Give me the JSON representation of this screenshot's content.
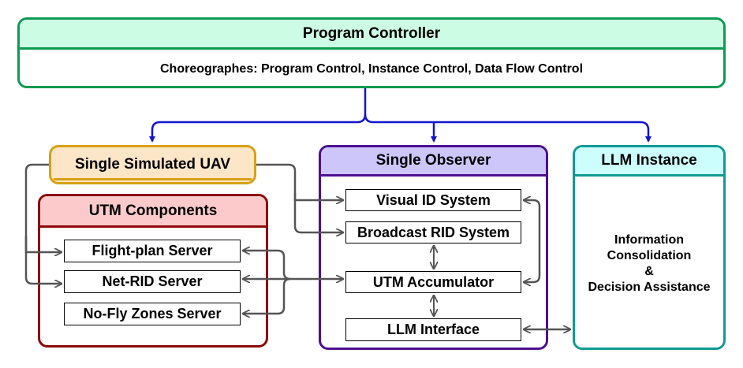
{
  "program_controller": {
    "title": "Program Controller",
    "description": "Choreographes: Program Control, Instance Control, Data Flow Control",
    "color": "#0e9a52",
    "fill": "#ccfce4"
  },
  "uav": {
    "title": "Single Simulated UAV",
    "color": "#d8a114",
    "fill": "#fde6c8"
  },
  "utm": {
    "title": "UTM Components",
    "color": "#8c0a0a",
    "fill": "#fccaca",
    "servers": [
      "Flight-plan Server",
      "Net-RID Server",
      "No-Fly Zones Server"
    ]
  },
  "observer": {
    "title": "Single Observer",
    "color": "#4d0f8f",
    "fill": "#cdc6fb",
    "systems": [
      "Visual ID System",
      "Broadcast RID System",
      "UTM Accumulator",
      "LLM Interface"
    ]
  },
  "llm": {
    "title": "LLM Instance",
    "color": "#119a93",
    "fill": "#ccfefe",
    "info": [
      "Information",
      "Consolidation",
      "&",
      "Decision Assistance"
    ]
  },
  "colors": {
    "dispatch_arrow": "#1414d0",
    "data_arrow": "#555555"
  }
}
